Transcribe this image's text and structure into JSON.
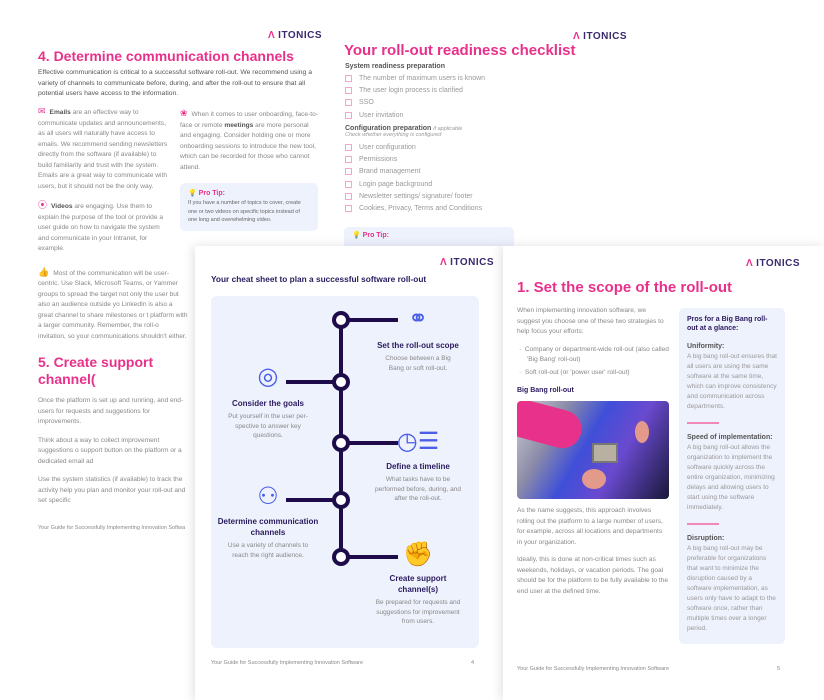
{
  "brand": "ITONICS",
  "page_comm": {
    "title": "4. Determine communication channels",
    "intro": "Effective communication is critical to a successful software roll-out. We recommend using a variety of channels to communicate before, during, and after the roll-out to ensure that all potential users have access to the information.",
    "emails_bold": "Emails",
    "emails_text": " are an effective way to communicate updates and announcements, as all users will naturally have access to emails. We recommend sending newsletters directly from the software (if available) to build familiarity and trust with the system. Emails are a great way to communicate with users, but it should not be the only way.",
    "meetings_pre": "When it comes to user onboarding, face-to-face or remote ",
    "meetings_bold": "meetings",
    "meetings_text": " are more personal and engaging. Consider holding one or more onboarding sessions to introduce the new tool, which can be recorded for those who cannot attend.",
    "videos_bold": "Videos",
    "videos_text": " are engaging. Use them to explain the purpose of the tool or provide a user guide on how to navigate the system and communicate in your Intranet, for example.",
    "tip_title": "Pro Tip:",
    "tip_text": "If you have a number of topics to cover, create one or two videos on specific topics instead of one long and overwhelming video.",
    "social_text": "Most of the communication will be user-centric. Use Slack, Microsoft Teams, or Yammer groups to spread the target not only the user but also an audience outside yo LinkedIn is also a great channel to share milestones or t platform with a larger community. Remember, the roll-o invitation, so your communications shouldn't either.",
    "support_title": "5. Create support channel(",
    "support_p1": "Once the platform is set up and running, and end-users for requests and suggestions for improvements.",
    "support_p2": "Think about a way to collect improvement suggestions o support button on the platform or a dedicated email ad",
    "support_p3": "Use the system statistics (if available) to track the activity help you plan and monitor your roll-out and set specific",
    "footer": "Your Guide for Successfully Implementing Innovation Softwa"
  },
  "checklist": {
    "title": "Your roll-out readiness checklist",
    "sec1": "System readiness preparation",
    "items1": [
      "The number of maximum users is known",
      "The user login process is clarified",
      "SSO",
      "User invitation"
    ],
    "sec2": "Configuration preparation",
    "sec2_note": "if applicable",
    "sec2_sub": "Check whether everything is configured",
    "items2": [
      "User configuration",
      "Permissions",
      "Brand management",
      "Login page background",
      "Newsletter settings/ signature/ footer",
      "Cookies, Privacy, Terms and Conditions"
    ],
    "tip_title": "Pro Tip:"
  },
  "cheat": {
    "title": "Your cheat sheet to plan a successful software roll-out",
    "steps": [
      {
        "title": "Set the roll-out scope",
        "desc": "Choose between a Big Bang or soft roll-out."
      },
      {
        "title": "Consider the goals",
        "desc": "Put yourself in the user per-spective to answer key questions."
      },
      {
        "title": "Define a timeline",
        "desc": "What tasks have to be performed before, during, and after the roll-out."
      },
      {
        "title": "Determine communication channels",
        "desc": "Use a variety of channels to reach the right audience."
      },
      {
        "title": "Create support channel(s)",
        "desc": "Be prepared for requests and suggestions for improvement from users."
      }
    ],
    "footer": "Your Guide for Successfully Implementing Innovation Software",
    "page": "4"
  },
  "scope": {
    "title": "1. Set the scope of the roll-out",
    "intro": "When implementing innovation software, we suggest you choose one of these two strategies to help focus your efforts:",
    "bullets": [
      "Company or department-wide roll-out (also called 'Big Bang' roll-out)",
      "Soft roll-out (or 'power user' roll-out)"
    ],
    "sub": "Big Bang roll-out",
    "p1": "As the name suggests, this approach involves rolling out the platform to a large number of users, for example, across all locations and departments in your organization.",
    "p2": "Ideally, this is done at non-critical times such as weekends, holidays, or vacation periods. The goal should be for the platform to be fully available to the end user at the defined time.",
    "side_title": "Pros for a Big Bang roll-out at a glance:",
    "pros": [
      {
        "h": "Uniformity:",
        "t": "A big bang roll-out ensures that all users are using the same software at the same time, which can improve consistency and communication across departments."
      },
      {
        "h": "Speed of implementation:",
        "t": "A big bang roll-out allows the organization to implement the software quickly across the entire organization, minimizing delays and allowing users to start using the software immediately."
      },
      {
        "h": "Disruption:",
        "t": "A big bang roll-out may be preferable for organizations that want to minimize the disruption caused by a software implementation, as users only have to adapt to the software once, rather than multiple times over a longer period."
      }
    ],
    "footer": "Your Guide for Successfully Implementing Innovation Software",
    "page": "5"
  }
}
